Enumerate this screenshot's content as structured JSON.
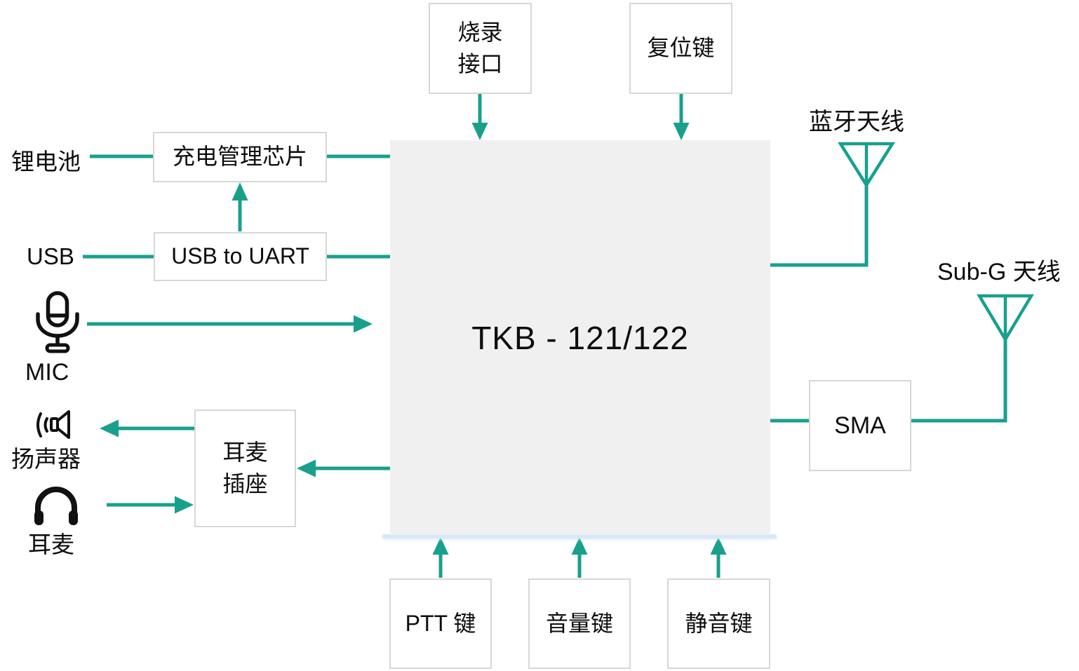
{
  "diagram": {
    "main": {
      "title": "TKB - 121/122"
    },
    "top_nodes": {
      "burn_interface": {
        "label": "烧录\n接口"
      },
      "reset_key": {
        "label": "复位键"
      }
    },
    "left_nodes": {
      "battery_label": "锂电池",
      "charge_chip": {
        "label": "充电管理芯片"
      },
      "usb_label": "USB",
      "usb_to_uart": {
        "label": "USB to UART"
      },
      "mic_label": "MIC",
      "speaker_label": "扬声器",
      "headset_label": "耳麦",
      "headset_jack": {
        "label": "耳麦\n插座"
      }
    },
    "right_nodes": {
      "bluetooth_antenna_label": "蓝牙天线",
      "subg_antenna_label": "Sub-G 天线",
      "sma": {
        "label": "SMA"
      }
    },
    "bottom_nodes": {
      "ptt_key": {
        "label": "PTT 键"
      },
      "volume_key": {
        "label": "音量键"
      },
      "mute_key": {
        "label": "静音键"
      }
    },
    "icons": {
      "mic": "microphone-icon",
      "speaker": "speaker-icon",
      "headset": "headphones-icon",
      "bluetooth_antenna": "antenna-icon",
      "subg_antenna": "antenna-icon"
    },
    "colors": {
      "wire-teal": "#18A08D",
      "box-border": "#d7d7d7",
      "main-fill": "#f0f0f1",
      "glow-blue": "#d6e8f8",
      "text": "#0d0d0d"
    }
  }
}
